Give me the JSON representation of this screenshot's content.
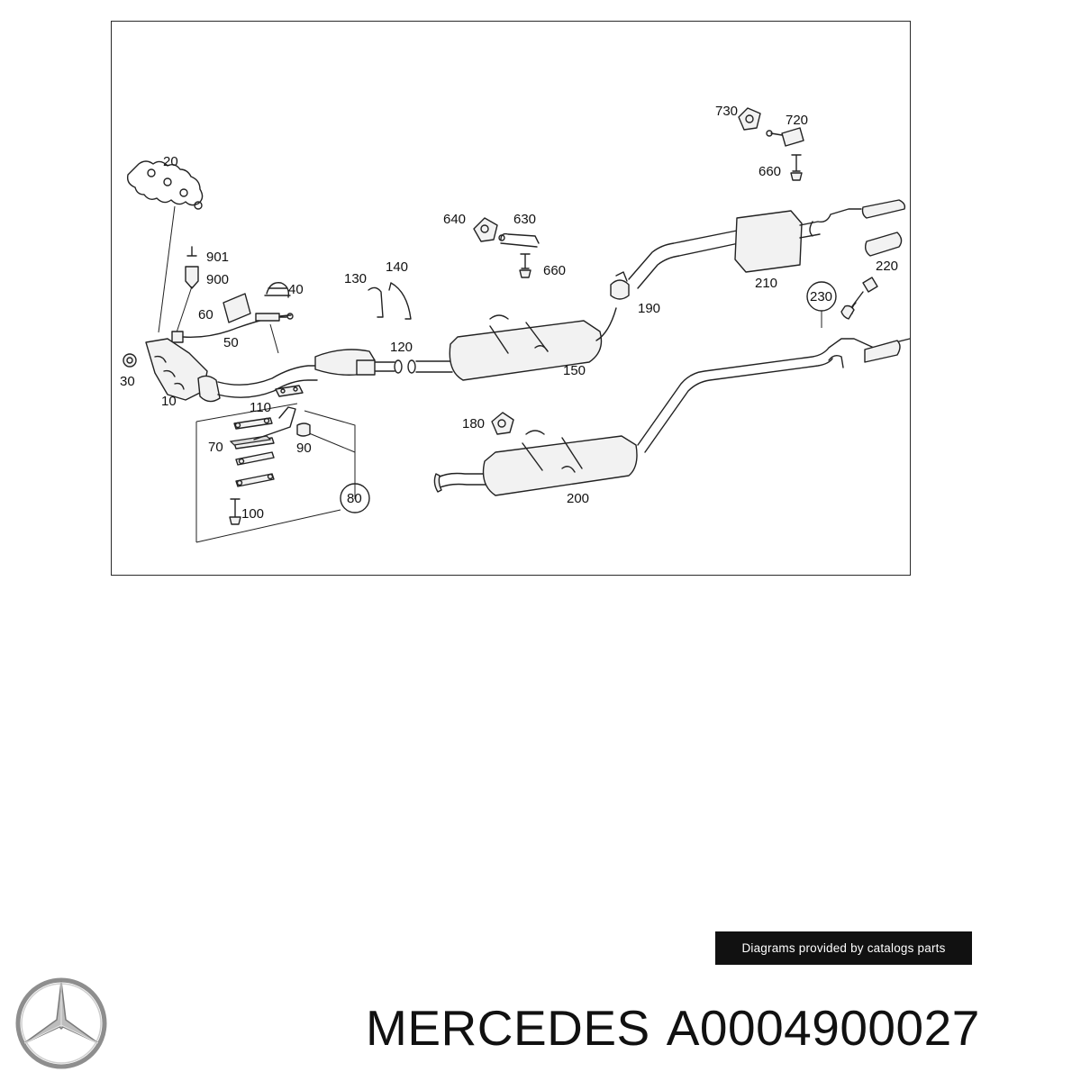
{
  "diagram": {
    "callouts": {
      "p10": "10",
      "p20": "20",
      "p30": "30",
      "p40": "40",
      "p50": "50",
      "p60": "60",
      "p70": "70",
      "p80": "80",
      "p90": "90",
      "p100": "100",
      "p110": "110",
      "p120": "120",
      "p130": "130",
      "p140": "140",
      "p150": "150",
      "p180": "180",
      "p190": "190",
      "p200": "200",
      "p210": "210",
      "p220": "220",
      "p230": "230",
      "p630": "630",
      "p640": "640",
      "p660a": "660",
      "p660b": "660",
      "p720": "720",
      "p730": "730",
      "p900": "900",
      "p901": "901"
    }
  },
  "credit": {
    "text": "Diagrams provided by catalogs parts"
  },
  "brand": {
    "logo_icon": "mercedes-star-icon",
    "name": "MERCEDES",
    "part_number": "A0004900027"
  }
}
